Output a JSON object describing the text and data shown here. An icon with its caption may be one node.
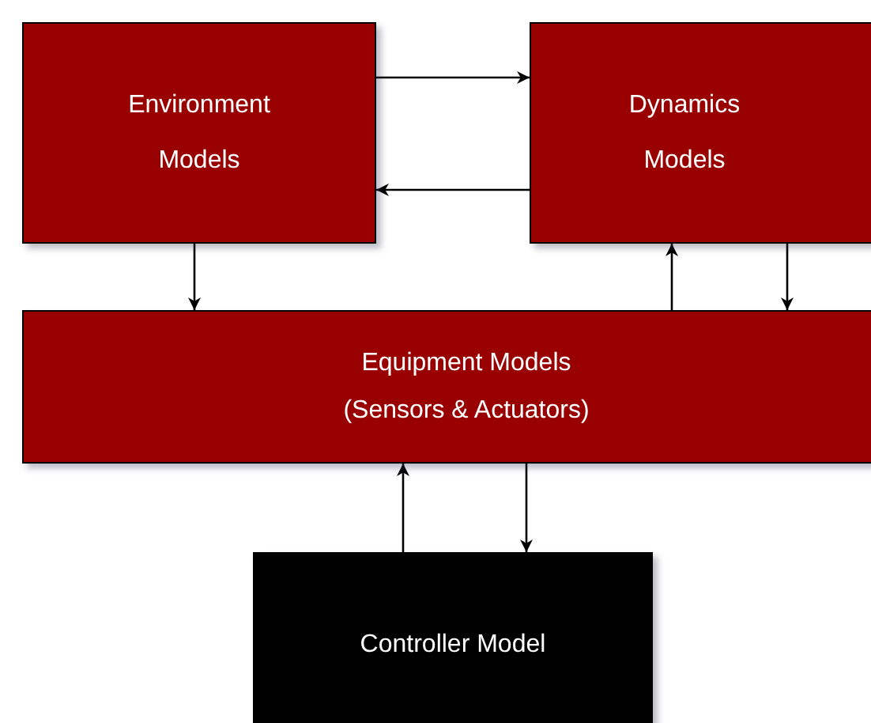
{
  "diagram": {
    "nodes": [
      {
        "text": [
          "Environment Models"
        ]
      },
      {
        "text": [
          "Dynamics Models"
        ]
      },
      {
        "text": [
          "Equipment Models (Sensors & Actuators)"
        ]
      },
      {
        "text": [
          "Controller Model"
        ]
      }
    ],
    "edges": [
      {
        "from": 0,
        "to": 1,
        "arrow": "to"
      },
      {
        "from": 1,
        "to": 0,
        "arrow": "to"
      },
      {
        "from": 0,
        "to": 2,
        "arrow": "to"
      },
      {
        "from": 2,
        "to": 1,
        "arrow": "to"
      },
      {
        "from": 1,
        "to": 2,
        "arrow": "to"
      },
      {
        "from": 3,
        "to": 2,
        "arrow": "to"
      },
      {
        "from": 2,
        "to": 3,
        "arrow": "to"
      }
    ]
  }
}
